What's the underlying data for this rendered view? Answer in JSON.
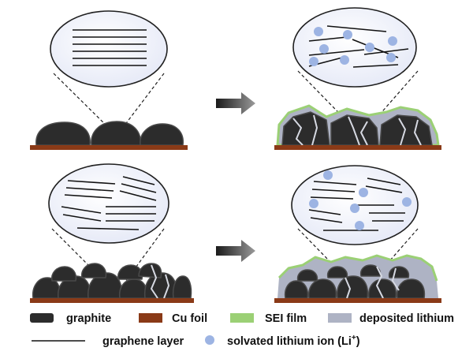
{
  "colors": {
    "graphite": "#2c2c2c",
    "graphite_edge": "#4a4a4a",
    "cu_foil": "#8a3a17",
    "sei_film": "#9bd075",
    "deposited_lithium": "#aeb3c4",
    "lens_fill": "#e3e7f6",
    "lens_stroke": "#1f1f1f",
    "li_ion": "#9db4e3",
    "arrow_dark": "#1a1a1a",
    "arrow_light": "#9a9a9a"
  },
  "legend": {
    "graphite": "graphite",
    "cu_foil": "Cu foil",
    "sei_film": "SEI film",
    "deposited_lithium": "deposited lithium",
    "graphene_layer": "graphene layer",
    "solvated_ion": "solvated lithium ion (Li",
    "solvated_ion_sup": "+",
    "solvated_ion_close": ")"
  },
  "icons": {
    "graphite": "graphite-swatch-icon",
    "cu_foil": "cu-foil-swatch-icon",
    "sei_film": "sei-film-swatch-icon",
    "deposited_lithium": "deposited-lithium-swatch-icon",
    "graphene_layer": "graphene-layer-line-icon",
    "solvated_ion": "li-ion-dot-icon",
    "arrow": "right-arrow-icon"
  }
}
